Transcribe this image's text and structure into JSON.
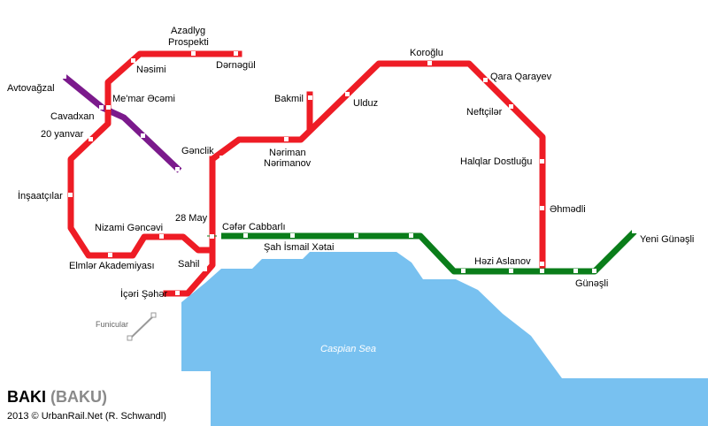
{
  "title": {
    "main": "BAKI",
    "sub": "(BAKU)"
  },
  "credit": "2013 © UrbanRail.Net (R. Schwandl)",
  "sea_label": "Caspian Sea",
  "funicular_label": "Funicular",
  "colors": {
    "red_line": "#ee1c25",
    "green_line": "#0a7d1a",
    "purple_line": "#7b1a8c",
    "sea": "#78c1f0",
    "funicular": "#999999"
  },
  "stations": {
    "azadlyg_1": "Azadlyg",
    "azadlyg_2": "Prospekti",
    "nesimi": "Nəsimi",
    "dernegul": "Dərnəgül",
    "avtovagzal": "Avtovağzal",
    "memar_ecemi": "Me'mar Əcəmi",
    "cavadxan": "Cavadxan",
    "yanvar_20": "20 yanvar",
    "insaatcilar": "İnşaatçılar",
    "nizami": "Nizami  Gəncəvi",
    "may_28": "28 May",
    "cefer": "Cəfər Cabbarlı",
    "elmler": "Elmlər Akademiyası",
    "sahil": "Sahil",
    "iceri_seher": "İçəri Şəhər",
    "genclik": "Gənclik",
    "neriman_1": "Nəriman",
    "neriman_2": "Nərimanov",
    "bakmil": "Bakmil",
    "ulduz": "Ulduz",
    "koroglu": "Koroğlu",
    "qara_qarayev": "Qara Qarayev",
    "neftciler": "Neftçilər",
    "halqlar": "Halqlar Dostluğu",
    "ehmedli": "Əhmədli",
    "hezi_aslanov": "Həzi Aslanov",
    "sah_ismail": "Şah İsmail Xətai",
    "gunesli": "Günəşli",
    "yeni_gunesli": "Yeni Günəşli"
  }
}
